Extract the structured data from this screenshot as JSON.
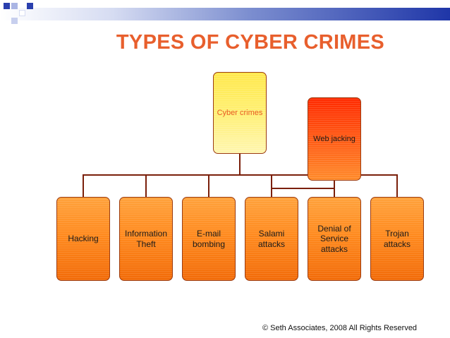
{
  "title": "TYPES OF CYBER CRIMES",
  "root": {
    "label": "Cyber crimes"
  },
  "overlay": {
    "label": "Web jacking"
  },
  "children": [
    {
      "label": "Hacking"
    },
    {
      "label": "Information\nTheft"
    },
    {
      "label": "E-mail\nbombing"
    },
    {
      "label": "Salami\nattacks"
    },
    {
      "label": "Denial of\nService\nattacks"
    },
    {
      "label": "Trojan\nattacks"
    }
  ],
  "footer": "© Seth Associates, 2008 All Rights Reserved",
  "colors": {
    "title": "#e85f2d",
    "connector": "#7a1f0a",
    "child_fill": "#ff8a1e",
    "root_fill": "#ffe84a",
    "overlay_fill": "#ff3a00"
  }
}
